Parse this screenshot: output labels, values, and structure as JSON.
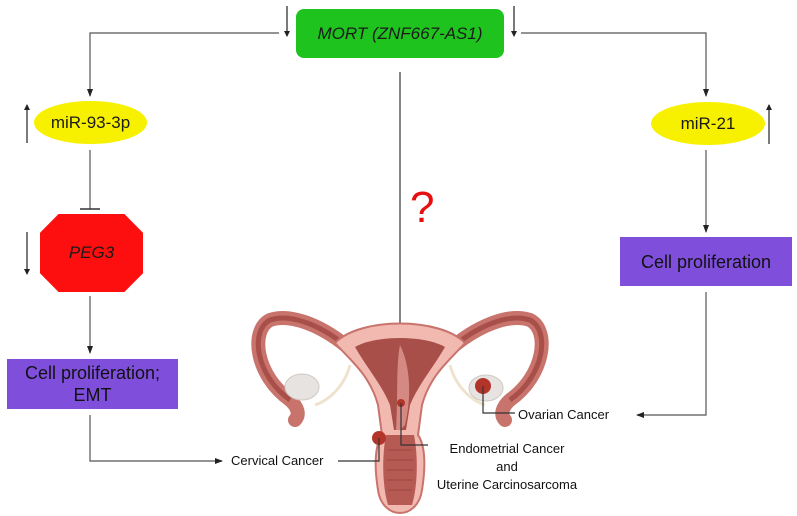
{
  "diagram": {
    "central_node": {
      "label": "MORT (ZNF667-AS1)",
      "color": "#1ec31e",
      "regulation": "down"
    },
    "left_branch": {
      "mirna": {
        "label": "miR-93-3p",
        "color": "#f7f100",
        "regulation": "up"
      },
      "target": {
        "label": "PEG3",
        "color": "#fd0f0f",
        "regulation": "down",
        "relation": "inhibition"
      },
      "effect": {
        "line1": "Cell proliferation;",
        "line2": "EMT",
        "color": "#7f4fdc"
      },
      "cancer": "Cervical Cancer"
    },
    "right_branch": {
      "mirna": {
        "label": "miR-21",
        "color": "#f7f100",
        "regulation": "up"
      },
      "effect": {
        "label": "Cell proliferation",
        "color": "#7f4fdc"
      },
      "cancer": "Ovarian Cancer"
    },
    "center_branch": {
      "unknown_symbol": "?",
      "cancer_line1": "Endometrial Cancer",
      "cancer_line2": "and",
      "cancer_line3": "Uterine Carcinosarcoma"
    },
    "illustration": "female-reproductive-system-icon",
    "colors": {
      "uterus_outer": "#c9736d",
      "uterus_inner": "#a84f4a",
      "uterus_light": "#f1b9b0",
      "ovary": "#e6e3e0",
      "tumor": "#b3352a",
      "line": "#333333",
      "question": "#e60f0f"
    }
  }
}
